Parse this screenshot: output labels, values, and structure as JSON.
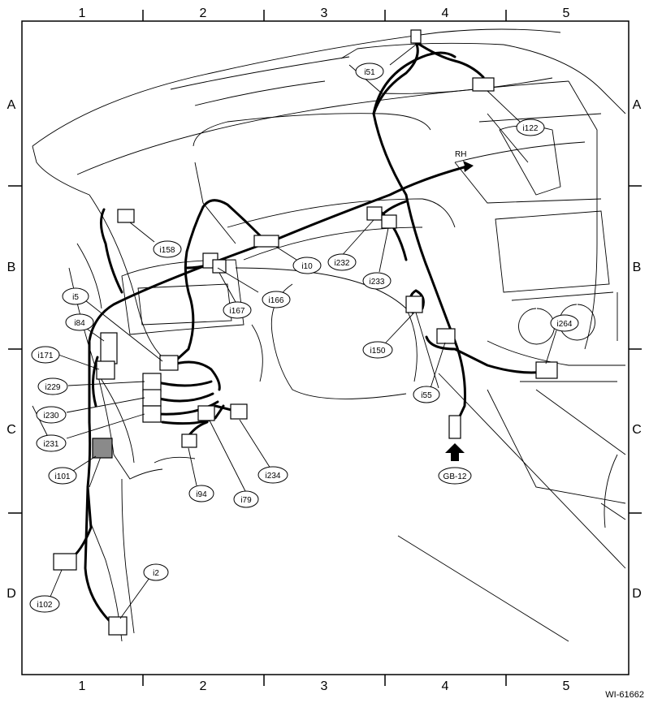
{
  "grid": {
    "columns": [
      "1",
      "2",
      "3",
      "4",
      "5"
    ],
    "rows": [
      "A",
      "B",
      "C",
      "D"
    ]
  },
  "arrow_label": "RH",
  "ground_label": "GB-12",
  "figure_id": "WI-61662",
  "connectors": [
    "i51",
    "i122",
    "i158",
    "i10",
    "i232",
    "i233",
    "i166",
    "i167",
    "i5",
    "i84",
    "i171",
    "i229",
    "i230",
    "i231",
    "i101",
    "i94",
    "i79",
    "i234",
    "i150",
    "i264",
    "i55",
    "i102",
    "i2"
  ]
}
